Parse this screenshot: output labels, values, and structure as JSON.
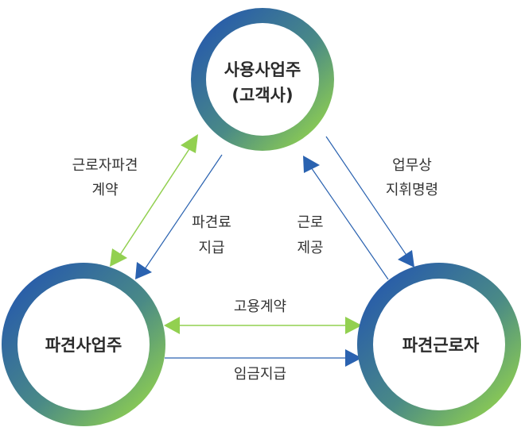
{
  "colors": {
    "ring_start": "#2a5fa8",
    "ring_end": "#8fcf50",
    "arrow_blue": "#2a62b0",
    "arrow_green": "#92d050",
    "text": "#2b2b2b"
  },
  "nodes": {
    "user_employer": {
      "line1": "사용사업주",
      "line2": "(고객사)"
    },
    "dispatch_employer": {
      "label": "파견사업주"
    },
    "dispatched_worker": {
      "label": "파견근로자"
    }
  },
  "edges": {
    "dispatch_contract": {
      "line1": "근로자파견",
      "line2": "계약",
      "color": "green",
      "direction": "bidirectional"
    },
    "dispatch_fee": {
      "line1": "파견료",
      "line2": "지급",
      "color": "blue",
      "direction": "user_employer→dispatch_employer"
    },
    "labor_provision": {
      "line1": "근로",
      "line2": "제공",
      "color": "blue",
      "direction": "dispatched_worker→user_employer"
    },
    "work_direction": {
      "line1": "업무상",
      "line2": "지휘명령",
      "color": "blue",
      "direction": "user_employer→dispatched_worker"
    },
    "employment_contract": {
      "label": "고용계약",
      "color": "green",
      "direction": "bidirectional"
    },
    "wage_payment": {
      "label": "임금지급",
      "color": "blue",
      "direction": "dispatch_employer→dispatched_worker"
    }
  }
}
